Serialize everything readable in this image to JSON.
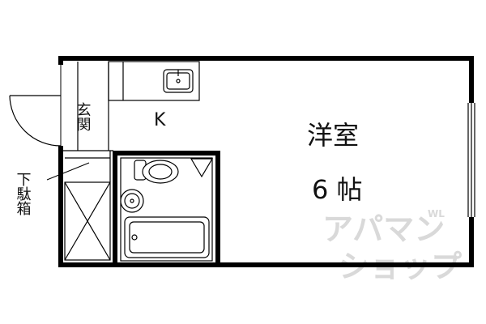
{
  "rooms": {
    "western_room": "洋室",
    "room_size": "6 帖",
    "kitchen": "K",
    "entrance": "玄関"
  },
  "features": {
    "shoe_box": "下駄箱"
  },
  "watermark": {
    "line1": "アパマン",
    "line2": "ショップ",
    "small": "WL"
  },
  "colors": {
    "wall": "#000000",
    "fixture": "#333333",
    "watermark": "#d9d9d9"
  },
  "icons": {
    "door": "door-swing-icon",
    "sink": "kitchen-sink-icon",
    "toilet": "toilet-icon",
    "washbasin": "washbasin-icon",
    "bathtub": "bathtub-icon",
    "window": "window-icon"
  }
}
